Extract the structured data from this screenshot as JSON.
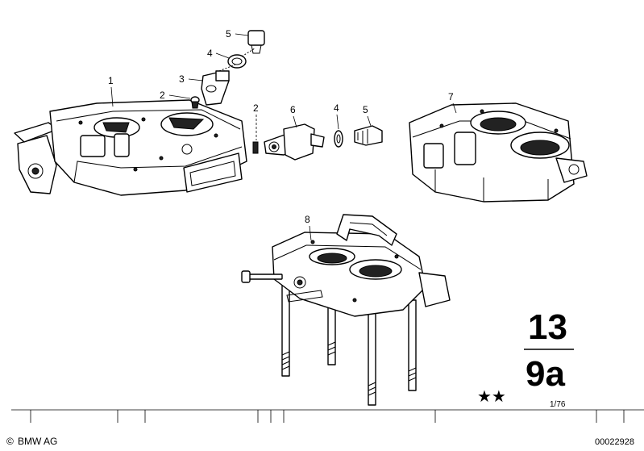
{
  "callouts": {
    "c1": "1",
    "c2a": "2",
    "c3": "3",
    "c4a": "4",
    "c5a": "5",
    "c2b": "2",
    "c6": "6",
    "c4b": "4",
    "c5b": "5",
    "c7": "7",
    "c8": "8"
  },
  "group_code": {
    "main": "13",
    "sub": "9a"
  },
  "stars": "★★",
  "date_code": "1/76",
  "footer": {
    "copyright_symbol": "©",
    "brand": "BMW AG",
    "image_number": "00022928"
  }
}
